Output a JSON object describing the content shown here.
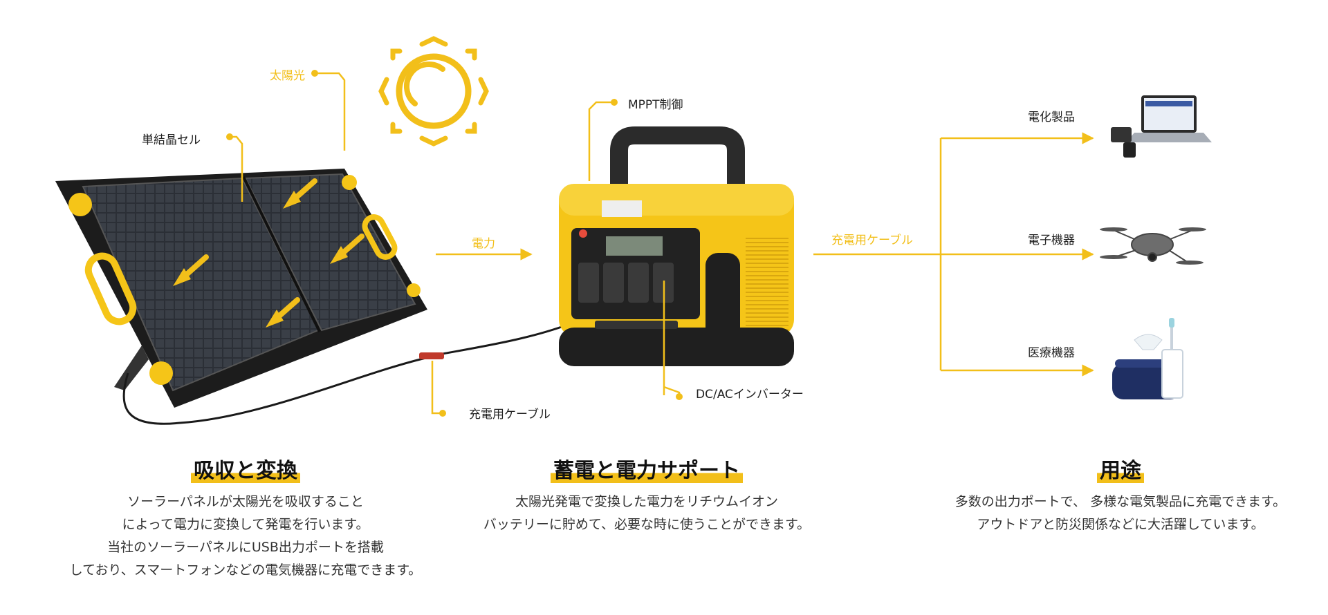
{
  "colors": {
    "accent": "#F2BF1A",
    "text": "#222222",
    "panel": "#1a1a1a",
    "station": "#F5C518"
  },
  "labels": {
    "sunlight": "太陽光",
    "mono_cell": "単結晶セル",
    "mppt": "MPPT制御",
    "power": "電力",
    "charge_cable_right": "充電用ケーブル",
    "charge_cable_bottom": "充電用ケーブル",
    "inverter": "DC/ACインバーター",
    "appliances": "電化製品",
    "electronics": "電子機器",
    "medical": "医療機器"
  },
  "icons": {
    "sun": "sun-icon",
    "panel": "solar-panel-icon",
    "station": "power-station-icon",
    "laptop": "laptop-icon",
    "drone": "drone-icon",
    "medical": "nebulizer-icon"
  },
  "sections": [
    {
      "title": "吸収と変換",
      "lines": [
        "ソーラーパネルが太陽光を吸収すること",
        "によって電力に変換して発電を行います。",
        "当社のソーラーパネルにUSB出力ポートを搭載",
        "しており、スマートフォンなどの電気機器に充電できます。"
      ]
    },
    {
      "title": "蓄電と電力サポート",
      "lines": [
        "太陽光発電で変換した電力をリチウムイオン",
        "バッテリーに貯めて、必要な時に使うことができます。"
      ]
    },
    {
      "title": "用途",
      "lines": [
        "多数の出力ポートで、 多様な電気製品に充電できます。",
        "アウトドアと防災関係などに大活躍しています。"
      ]
    }
  ]
}
